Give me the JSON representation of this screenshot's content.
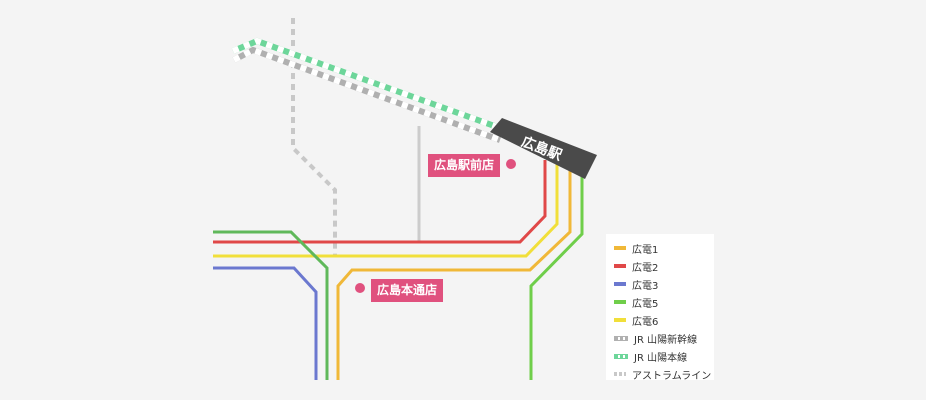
{
  "station": {
    "name": "広島駅"
  },
  "places": [
    {
      "name": "広島駅前店"
    },
    {
      "name": "広島本通店"
    }
  ],
  "legend": [
    {
      "label": "広電1",
      "color": "#f0b838",
      "style": "solid"
    },
    {
      "label": "広電2",
      "color": "#e04848",
      "style": "solid"
    },
    {
      "label": "広電3",
      "color": "#6b78cf",
      "style": "solid"
    },
    {
      "label": "広電5",
      "color": "#6fce4a",
      "style": "solid"
    },
    {
      "label": "広電6",
      "color": "#f1df3a",
      "style": "solid"
    },
    {
      "label": "JR 山陽新幹線",
      "color": "#b0b0b0",
      "style": "dashed-double"
    },
    {
      "label": "JR 山陽本線",
      "color": "#6dd69a",
      "style": "dashed-double"
    },
    {
      "label": "アストラムライン",
      "color": "#c8c8c8",
      "style": "dotted"
    }
  ],
  "colors": {
    "background": "#f4f4f4",
    "station_box": "#4a4a4a",
    "pin": "#e0517e",
    "road": "#cccccc"
  }
}
